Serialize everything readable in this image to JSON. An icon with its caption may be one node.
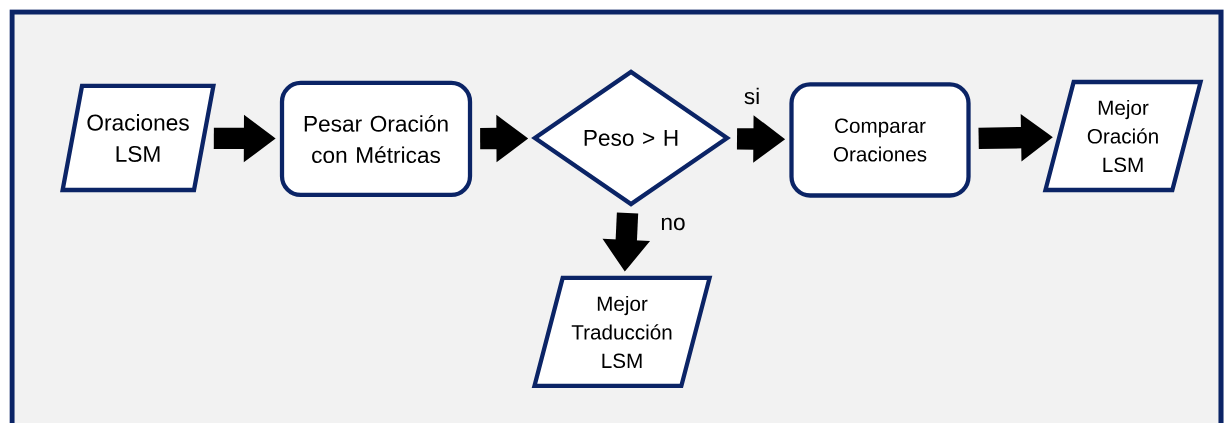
{
  "diagram": {
    "nodes": [
      {
        "text": [
          "Oraciones LSM"
        ]
      },
      {
        "text": [
          "Pesar Oración con Métricas"
        ]
      },
      {
        "text": [
          "Peso > H"
        ]
      },
      {
        "text": [
          "Comparar Oraciones"
        ]
      },
      {
        "text": [
          "Mejor Oración LSM"
        ]
      },
      {
        "text": [
          "Mejor Traducción LSM"
        ]
      }
    ],
    "edges": [
      {
        "from": 0,
        "to": 1,
        "arrow": "to"
      },
      {
        "from": 1,
        "to": 2,
        "arrow": "to"
      },
      {
        "from": 2,
        "to": 3,
        "arrow": "to",
        "label": "si"
      },
      {
        "from": 3,
        "to": 4,
        "arrow": "to"
      },
      {
        "from": 2,
        "to": 5,
        "arrow": "to",
        "label": "no"
      }
    ]
  }
}
